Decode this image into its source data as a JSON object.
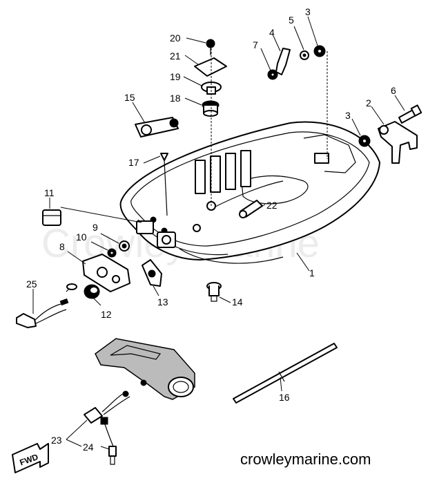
{
  "watermark": "Crowley Marine",
  "site_url": "crowleymarine.com",
  "fwd_label": "FWD",
  "callouts": [
    "1",
    "2",
    "3",
    "3",
    "4",
    "5",
    "6",
    "6",
    "7",
    "8",
    "9",
    "10",
    "11",
    "12",
    "13",
    "14",
    "15",
    "16",
    "17",
    "18",
    "19",
    "20",
    "21",
    "22",
    "23",
    "24",
    "25"
  ]
}
